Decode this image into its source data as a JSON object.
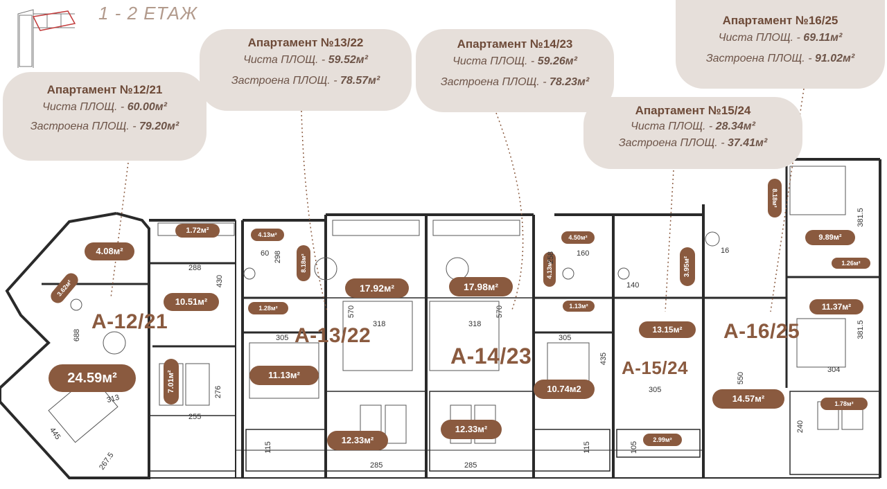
{
  "floor_title": "1 - 2 ЕТАЖ",
  "cards": [
    {
      "id": "12-21",
      "heading": "Апартамент №12/21",
      "net_label": "Чиста ПЛОЩ. - ",
      "net": "60.00м²",
      "gross_label": "Застроена ПЛОЩ. - ",
      "gross": "79.20м²"
    },
    {
      "id": "13-22",
      "heading": "Апартамент №13/22",
      "net_label": "Чиста ПЛОЩ. - ",
      "net": "59.52м²",
      "gross_label": "Застроена ПЛОЩ. - ",
      "gross": "78.57м²"
    },
    {
      "id": "14-23",
      "heading": "Апартамент №14/23",
      "net_label": "Чиста ПЛОЩ. - ",
      "net": "59.26м²",
      "gross_label": "Застроена ПЛОЩ. - ",
      "gross": "78.23м²"
    },
    {
      "id": "15-24",
      "heading": "Апартамент №15/24",
      "net_label": "Чиста ПЛОЩ. - ",
      "net": "28.34м²",
      "gross_label": "Застроена ПЛОЩ. - ",
      "gross": "37.41м²"
    },
    {
      "id": "16-25",
      "heading": "Апартамент №16/25",
      "net_label": "Чиста ПЛОЩ. - ",
      "net": "69.11м²",
      "gross_label": "Застроена ПЛОЩ. - ",
      "gross": "91.02м²"
    }
  ],
  "units": {
    "u1": "A-12/21",
    "u2": "A-13/22",
    "u3": "A-14/23",
    "u4": "A-15/24",
    "u5": "A-16/25"
  },
  "areas": {
    "a_4_08": "4.08м²",
    "a_1_72": "1.72м²",
    "a_10_51": "10.51м²",
    "a_3_62": "3.62м²",
    "a_24_59": "24.59м²",
    "a_7_01": "7.01м²",
    "a_4_13": "4.13м²",
    "a_1_28": "1.28м²",
    "a_11_13": "11.13м²",
    "a_17_92": "17.92м²",
    "a_12_33a": "12.33м²",
    "a_17_98": "17.98м²",
    "a_12_33b": "12.33м²",
    "a_4_13b": "4.13м²",
    "a_1_13": "1.13м²",
    "a_10_74": "10.74м2",
    "a_3_95": "3.95м²",
    "a_13_15": "13.15м²",
    "a_2_99": "2.99м²",
    "a_8_18": "8.18м²",
    "a_4_50": "4.50м²",
    "a_9_89": "9.89м²",
    "a_1_26": "1.26м²",
    "a_11_37": "11.37м²",
    "a_14_57": "14.57м²",
    "a_1_78": "1.78м²"
  },
  "dims": {
    "d288": "288",
    "d430": "430",
    "d688": "688",
    "d313": "313",
    "d445": "445",
    "d2675": "267.5",
    "d255": "255",
    "d276": "276",
    "d60": "60",
    "d298": "298",
    "d305a": "305",
    "d570a": "570",
    "d318a": "318",
    "d115a": "115",
    "d285a": "285",
    "d570b": "570",
    "d318b": "318",
    "d285b": "285",
    "d258": "258",
    "d160": "160",
    "d305b": "305",
    "d435": "435",
    "d140": "140",
    "d305c": "305",
    "d115b": "115",
    "d105": "105",
    "d550": "550",
    "d3815a": "381.5",
    "d3815b": "381.5",
    "d304": "304",
    "d240": "240",
    "d16": "16"
  }
}
